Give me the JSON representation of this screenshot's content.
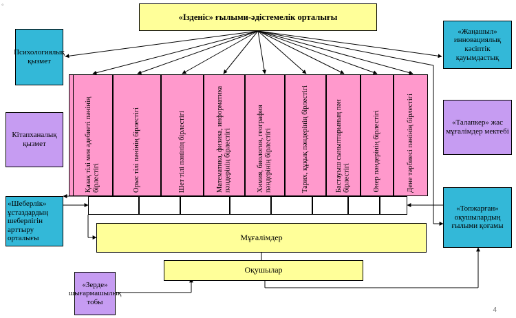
{
  "center": "«Ізденіс» ғылыми-әдістемелік орталығы",
  "left": {
    "psych": "Психологиялық қызмет",
    "library": "Кітапханалық қызмет",
    "sheberlik": "«Шеберлік» ұстаздардың шеберлігін арттыру орталығы",
    "zerde": "«Зерде» шығармашылық тобы"
  },
  "right": {
    "zhanashyl": "«Жаңашыл» инновациялық кәсіптік қауымдастық",
    "talapker": "«Талапкер» жас мұғалімдер мектебі",
    "topzhargan": "«Топжарған» оқушылардың ғылыми қоғамы"
  },
  "columns": [
    "Қазақ тілі мен әдебиеті пәнінің бірлестігі",
    "Орыс тілі пәнінің бірлестігі",
    "Шет тілі пәнінің бірлестігі",
    "Математика, физика, информатика пәндерінің бірлестігі",
    "Химия, биология, география пәндерінің бірлестігі",
    "Тарих, құқық пәндерінің бірлестігі",
    "Бастауыш сыныптарының пән бірлестігі",
    "Өнер пәндерінің бірлестігі",
    "Дене тәрбиесі пәнінің бірлестігі"
  ],
  "teachers": "Мұғалімдер",
  "students": "Оқушылар",
  "page_number": "4",
  "corner_mark": "◦",
  "colors": {
    "cyan": "#33b8d8",
    "yellow": "#ffff99",
    "purple": "#c69cf2",
    "pink": "#ff99cc"
  }
}
